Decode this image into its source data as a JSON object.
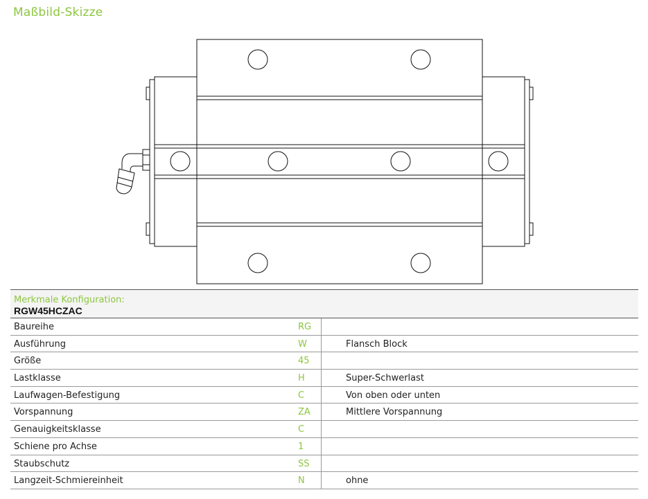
{
  "page": {
    "title": "Maßbild-Skizze"
  },
  "config": {
    "label": "Merkmale Konfiguration:",
    "code": "RGW45HCZAC"
  },
  "rows": [
    {
      "name": "Baureihe",
      "code": "RG",
      "desc": ""
    },
    {
      "name": "Ausführung",
      "code": "W",
      "desc": "Flansch Block"
    },
    {
      "name": "Größe",
      "code": "45",
      "desc": ""
    },
    {
      "name": "Lastklasse",
      "code": "H",
      "desc": "Super-Schwerlast"
    },
    {
      "name": "Laufwagen-Befestigung",
      "code": "C",
      "desc": "Von oben oder unten"
    },
    {
      "name": "Vorspannung",
      "code": "ZA",
      "desc": "Mittlere Vorspannung"
    },
    {
      "name": "Genauigkeitsklasse",
      "code": "C",
      "desc": ""
    },
    {
      "name": "Schiene pro Achse",
      "code": "1",
      "desc": ""
    },
    {
      "name": "Staubschutz",
      "code": "SS",
      "desc": ""
    },
    {
      "name": "Langzeit-Schmiereinheit",
      "code": "N",
      "desc": "ohne"
    }
  ],
  "colors": {
    "accent": "#8cc63f",
    "text": "#222222",
    "header_bg": "#f4f4f4"
  }
}
